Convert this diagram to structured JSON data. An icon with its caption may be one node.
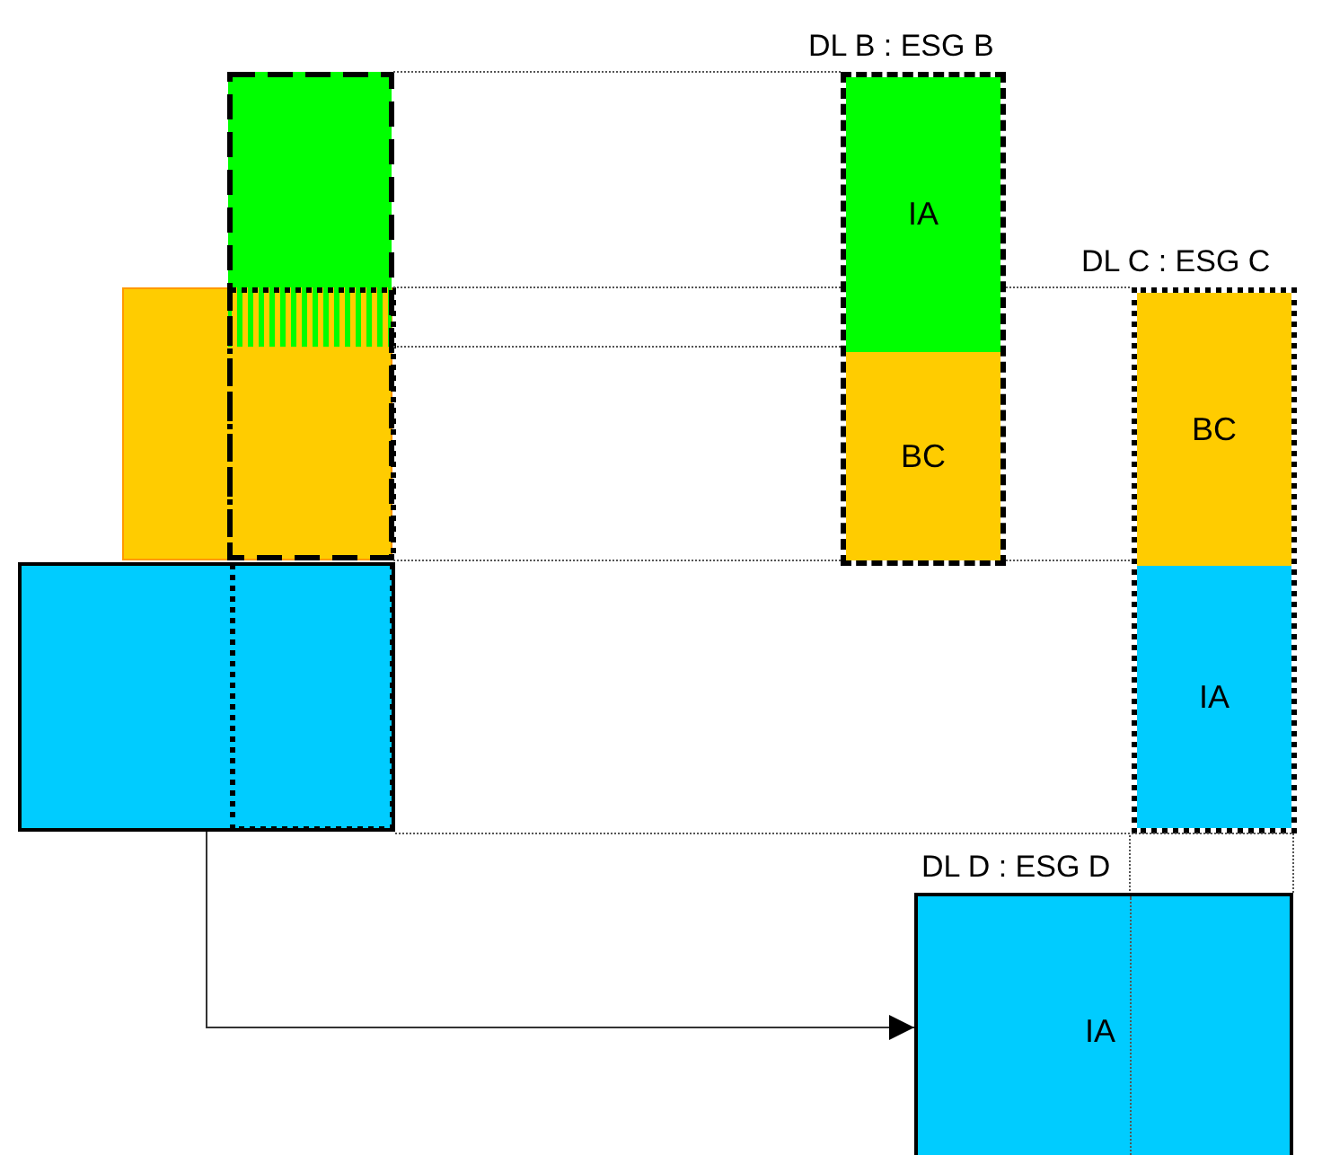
{
  "diagram": {
    "nodes": [
      {
        "text": [],
        "shape": "picture"
      },
      {
        "text": [],
        "shape": "box"
      },
      {
        "text": [
          "DL B : ESG B"
        ]
      },
      {
        "text": [
          "IA"
        ],
        "in": 2
      },
      {
        "text": [
          "BC"
        ],
        "in": 2
      },
      {
        "text": [
          "DL C : ESG C"
        ]
      },
      {
        "text": [
          "BC"
        ],
        "in": 5
      },
      {
        "text": [
          "IA"
        ],
        "in": 5
      },
      {
        "text": [
          "DL D : ESG D",
          "IA"
        ]
      }
    ],
    "edges": [
      {
        "from": 1,
        "to": 8,
        "arrow": "to"
      },
      {
        "from": 0,
        "to": 2,
        "arrow": "none",
        "style": "dashed"
      },
      {
        "from": 0,
        "to": 2,
        "arrow": "none",
        "style": "dashed"
      },
      {
        "from": 2,
        "to": 5,
        "arrow": "none",
        "style": "dashed"
      },
      {
        "from": 0,
        "to": 2,
        "arrow": "none",
        "style": "dashed"
      },
      {
        "from": 0,
        "to": 2,
        "arrow": "none",
        "style": "dashed"
      },
      {
        "from": 2,
        "to": 5,
        "arrow": "none",
        "style": "dashed"
      },
      {
        "from": 1,
        "to": 8,
        "arrow": "none",
        "style": "dashed"
      },
      {
        "from": 1,
        "to": 8,
        "arrow": "none",
        "style": "dashed"
      }
    ]
  }
}
